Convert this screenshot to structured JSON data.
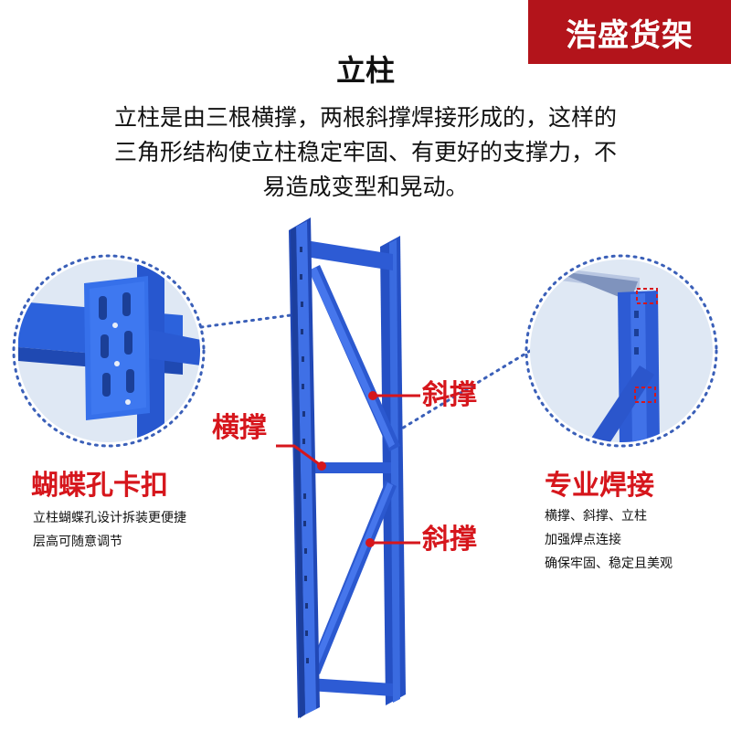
{
  "brand": {
    "name": "浩盛货架",
    "color": "#b3141b"
  },
  "product": {
    "title": "立柱",
    "description_lines": [
      "立柱是由三根横撑，两根斜撑焊接形成的，这样的",
      "三角形结构使立柱稳定牢固、有更好的支撑力，不",
      "易造成变型和晃动。"
    ]
  },
  "callouts": {
    "brace_top": "斜撑",
    "crossbar": "横撑",
    "brace_bottom": "斜撑"
  },
  "features": {
    "left": {
      "title": "蝴蝶孔卡扣",
      "lines": [
        "立柱蝴蝶孔设计拆装更便捷",
        "层高可随意调节"
      ]
    },
    "right": {
      "title": "专业焊接",
      "lines": [
        "横撑、斜撑、立柱",
        "加强焊点连接",
        "确保牢固、稳定且美观"
      ]
    }
  },
  "colors": {
    "steel_blue": "#2f5fd8",
    "accent_red": "#d6161c",
    "dot_blue": "#3a5fb8"
  }
}
